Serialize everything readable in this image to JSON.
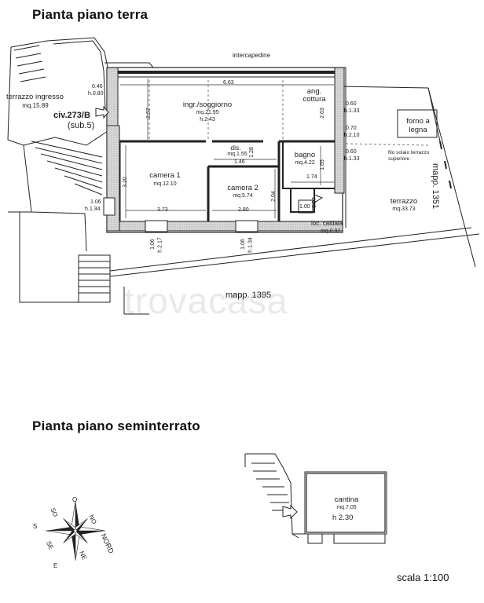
{
  "titles": {
    "ground": "Pianta piano terra",
    "basement": "Pianta piano seminterrato"
  },
  "watermark": "trovacasa",
  "scale": "scala 1:100",
  "rooms": {
    "terrazzo_ingresso": {
      "name": "terrazzo ingresso",
      "area": "mq.15.89"
    },
    "soggiorno": {
      "name": "ingr./soggiorno",
      "area": "mq.21.95",
      "height": "h.2.43"
    },
    "cottura": {
      "name": "ang. cottura"
    },
    "dis": {
      "name": "dis.",
      "area": "mq.1.55"
    },
    "bagno": {
      "name": "bagno",
      "area": "mq.4.22"
    },
    "camera1": {
      "name": "camera  1",
      "area": "mq.12.10"
    },
    "camera2": {
      "name": "camera 2",
      "area": "mq.5.74"
    },
    "caldaia": {
      "name": "loc. caldaia",
      "area": "mq.0.97"
    },
    "terrazzo": {
      "name": "terrazzo",
      "area": "mq.33.73"
    },
    "forno": {
      "name": "forno a legna"
    },
    "cantina": {
      "name": "cantina",
      "area": "mq.7.05",
      "height": "h  2.30"
    }
  },
  "annotations": {
    "intercapedine": "intercapedine",
    "civ": "civ.273/B",
    "sub": "(sub.5)",
    "filo_solaio": "filo solaio terrazzo superiore",
    "mapp1395": "mapp. 1395",
    "mapp1351": "mapp. 1351"
  },
  "dimensions": {
    "d663": "6.63",
    "d257": "2.57",
    "d263": "2.63",
    "d320": "3.20",
    "d373": "3.73",
    "d280": "2.80",
    "d146": "1.46",
    "d174": "1.74",
    "d165": "1.65",
    "d128": "1.28",
    "d204": "2.04",
    "d100": "1.00",
    "d097": "0.97",
    "win_l1": "0.46",
    "win_l1h": "h.0.80",
    "win_r1": "0.60",
    "win_r1h": "h.1.33",
    "win_r2": "0.70",
    "win_r2h": "h.2.10",
    "win_r3": "0.60",
    "win_r3h": "h.1.33",
    "win_l2": "1.06",
    "win_l2h": "h.1.34",
    "win_b1": "1.06",
    "win_b1h": "h.2.17",
    "win_b2": "1.06",
    "win_b2h": "h.1.34"
  },
  "compass": {
    "n": "NORD",
    "ne": "NE",
    "o": "O",
    "no": "NO",
    "so": "SO",
    "s": "S",
    "se": "SE",
    "e": "E"
  }
}
